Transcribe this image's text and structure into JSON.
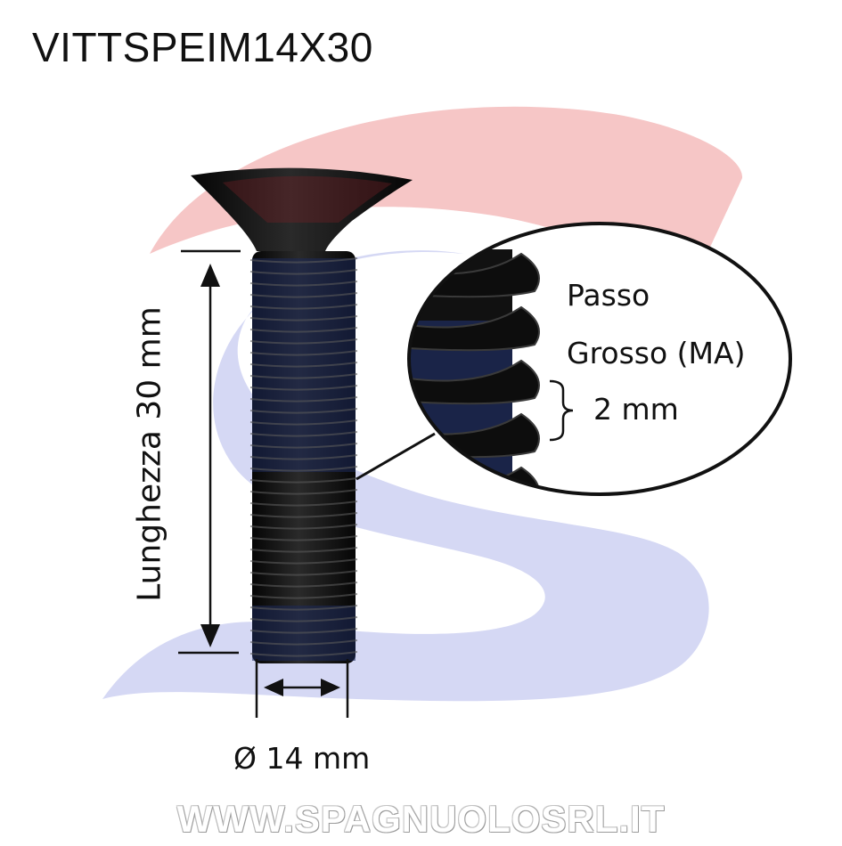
{
  "product": {
    "code": "VITTSPEIM14X30"
  },
  "dimensions": {
    "length_label": "Lunghezza 30 mm",
    "diameter_label": "Ø 14 mm"
  },
  "pitch_callout": {
    "line1": "Passo",
    "line2": "Grosso (MA)",
    "value": "2 mm"
  },
  "footer": {
    "website": "WWW.SPAGNUOLOSRL.IT"
  },
  "colors": {
    "brand_red": "#f6c6c6",
    "brand_blue": "#cfd3f3",
    "screw_black": "#141414",
    "screw_blue_tint": "#1e2a5a",
    "annotation": "#111111"
  }
}
